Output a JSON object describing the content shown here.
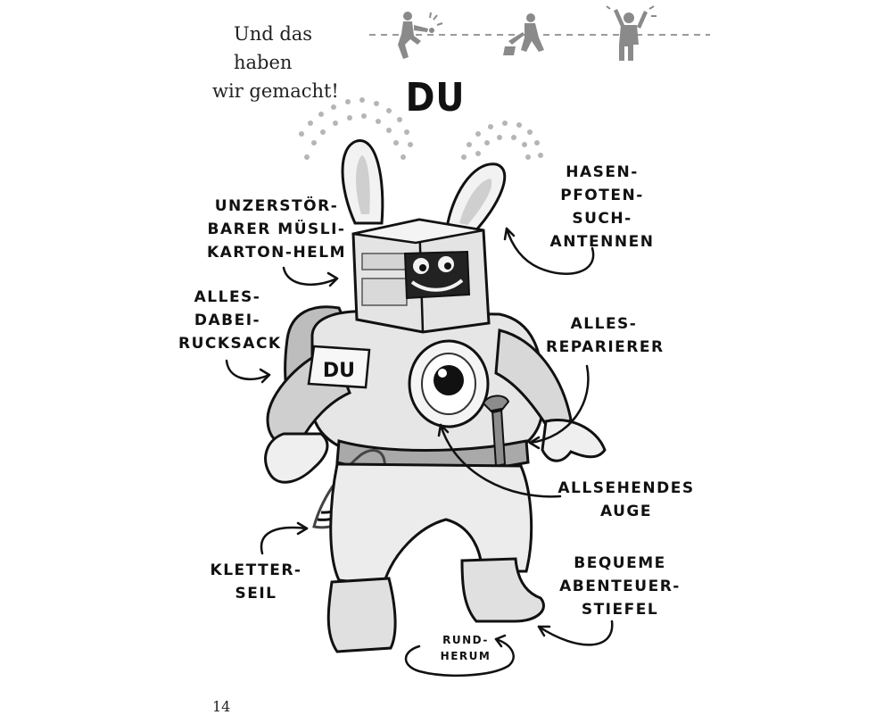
{
  "header": {
    "line1": "Und das haben",
    "line2": "wir gemacht!"
  },
  "title": "DU",
  "callouts": {
    "helmet": "UNZERSTÖR-\nBARER MÜSLI-\nKARTON-HELM",
    "antennas": "HASEN-\nPFOTEN-\nSUCH-\nANTENNEN",
    "backpack": "ALLES-\nDABEI-\nRUCKSACK",
    "repairer": "ALLES-\nREPARIERER",
    "eye": "ALLSEHENDES\nAUGE",
    "rope": "KLETTER-\nSEIL",
    "boots": "BEQUEME\nABENTEUER-\nSTIEFEL",
    "turn": "RUND-\nHERUM"
  },
  "chest_label": "DU",
  "page_number": "14"
}
